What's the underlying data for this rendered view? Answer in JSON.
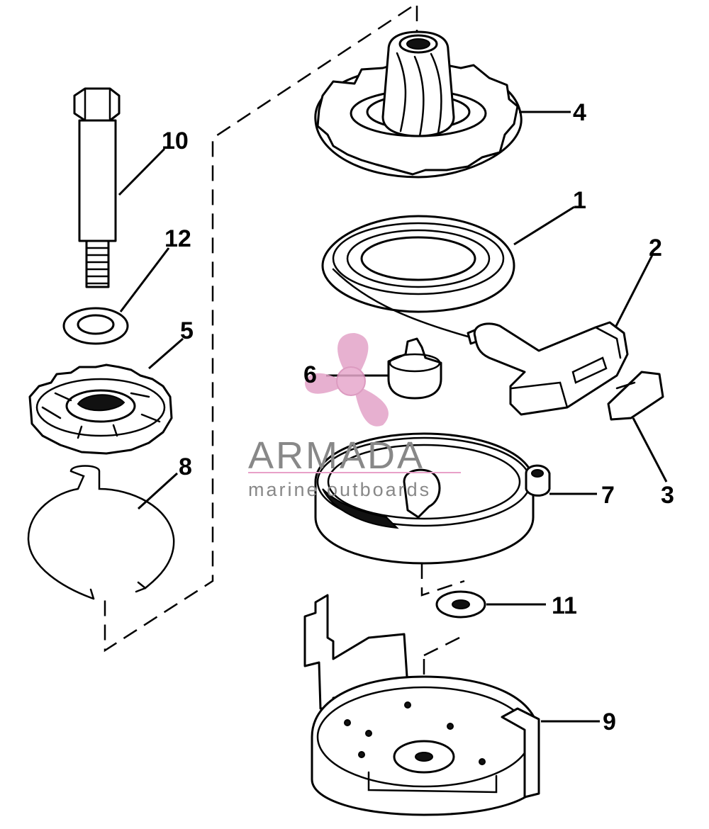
{
  "callouts": {
    "n1": "1",
    "n2": "2",
    "n3": "3",
    "n4": "4",
    "n5": "5",
    "n6": "6",
    "n7": "7",
    "n8": "8",
    "n9": "9",
    "n10": "10",
    "n11": "11",
    "n12": "12"
  },
  "watermark": {
    "title": "ARMADA",
    "subtitle": "marine outboards",
    "logo_icon": "propeller-icon",
    "logo_color": "#e3a3c8",
    "text_color": "#888888"
  }
}
